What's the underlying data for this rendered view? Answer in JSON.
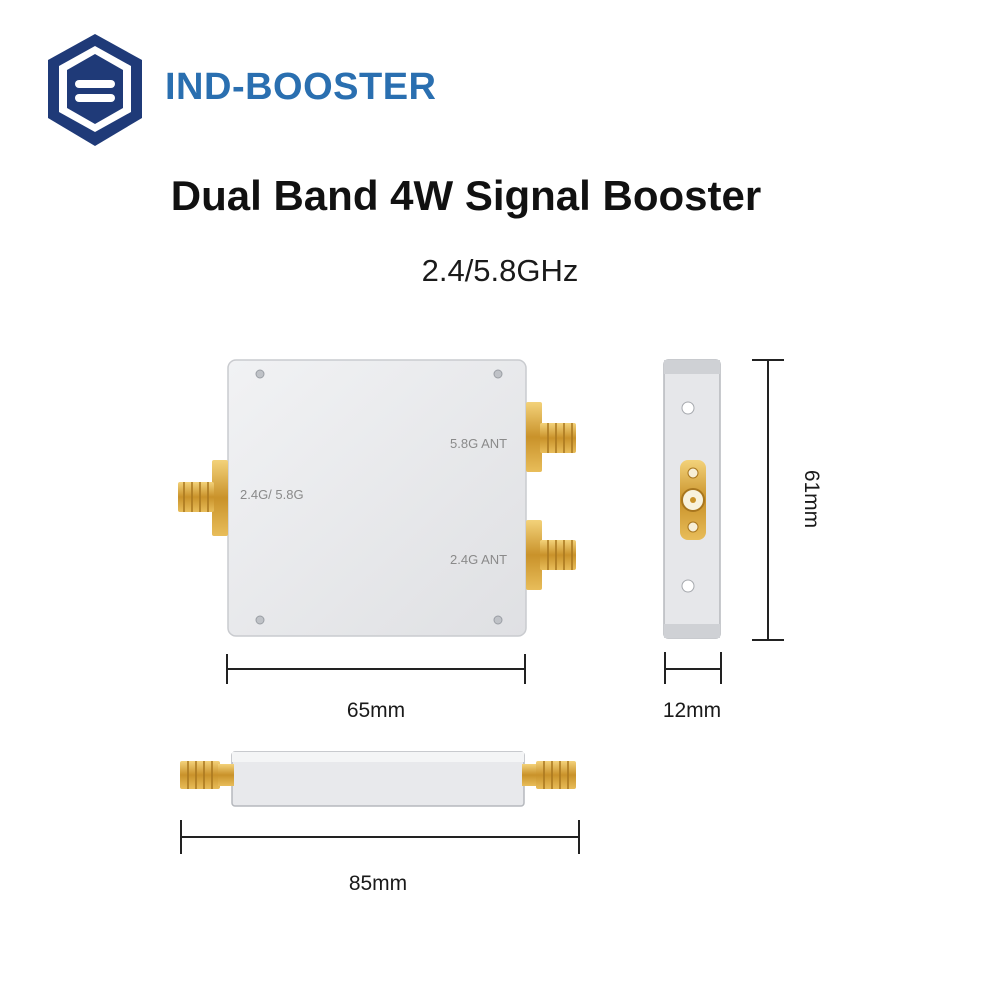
{
  "brand": {
    "name": "IND-BOOSTER",
    "color": "#2a6fb0",
    "logo_color": "#1f3a78",
    "icon": "shield-hexagon-logo-icon"
  },
  "title": "Dual Band 4W Signal Booster",
  "subtitle": "2.4/5.8GHz",
  "device": {
    "ports": {
      "input": "2.4G/ 5.8G",
      "ant_58": "5.8G ANT",
      "ant_24": "2.4G ANT"
    },
    "colors": {
      "body": "#e9eaec",
      "connector": "#d9a93c"
    }
  },
  "dimensions": {
    "width": "65mm",
    "height": "61mm",
    "depth": "12mm",
    "length": "85mm"
  }
}
